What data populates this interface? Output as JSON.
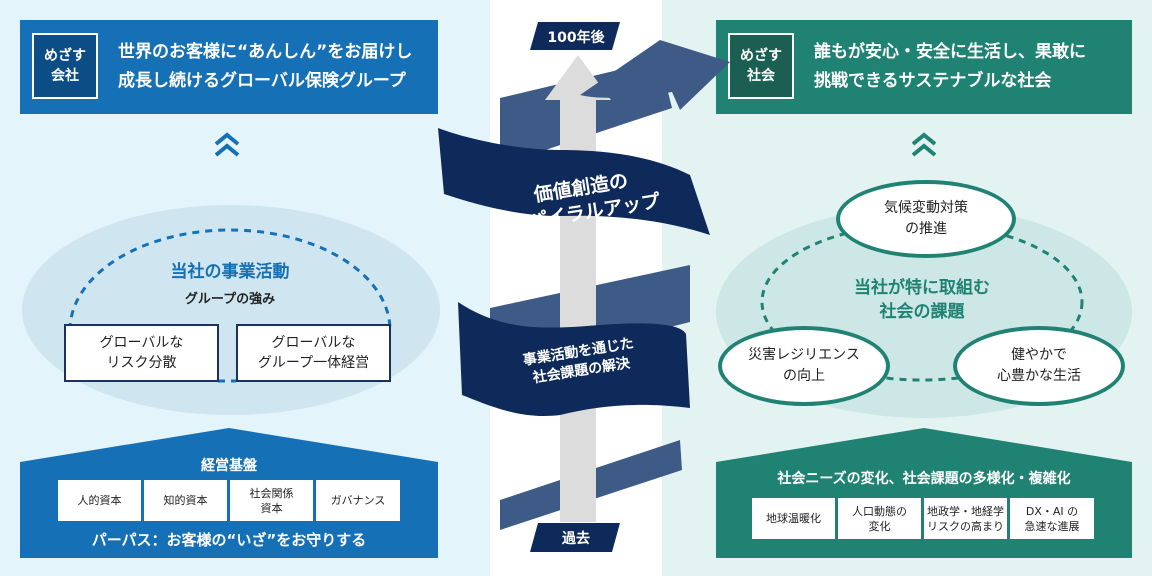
{
  "left": {
    "tag": "めざす\n会社",
    "mission": "世界のお客様に“あんしん”をお届けし\n成長し続けるグローバル保険グループ",
    "activity_title": "当社の事業活動",
    "activity_subtitle": "グループの強み",
    "strengths": [
      "グローバルな\nリスク分散",
      "グローバルな\nグループ一体経営"
    ],
    "base_title": "経営基盤",
    "base_items": [
      "人的資本",
      "知的資本",
      "社会関係\n資本",
      "ガバナンス"
    ],
    "purpose": "パーパス：お客様の“いざ”をお守りする"
  },
  "center": {
    "top_label": "100年後",
    "bottom_label": "過去",
    "spiral_main": "価値創造の\nスパイラルアップ",
    "spiral_sub": "事業活動を通じた\n社会課題の解決"
  },
  "right": {
    "tag": "めざす\n社会",
    "mission": "誰もが安心・安全に生活し、果敢に\n挑戦できるサステナブルな社会",
    "issues_title": "当社が特に取組む\n社会の課題",
    "issues": [
      "気候変動対策\nの推進",
      "災害レジリエンス\nの向上",
      "健やかで\n心豊かな生活"
    ],
    "base_title": "社会ニーズの変化、社会課題の多様化・複雑化",
    "base_items": [
      "地球温暖化",
      "人口動態の\n変化",
      "地政学・地経学\nリスクの高まり",
      "DX・AI の\n急速な進展"
    ]
  },
  "colors": {
    "blue": "#1570b5",
    "navy": "#0d2b5e",
    "teal": "#1f8272",
    "light_blue_bg": "#e4f4fb",
    "light_teal_bg": "#e3f3f2"
  },
  "icons": {
    "chevron_up": "double-chevron-up-icon",
    "arrow": "up-arrow-icon"
  }
}
